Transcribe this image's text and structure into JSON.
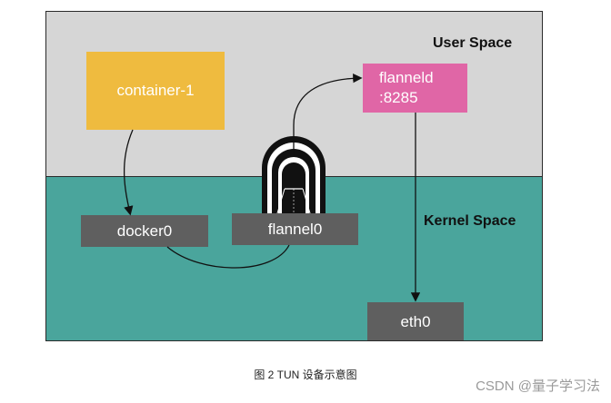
{
  "diagram": {
    "user_space_label": "User Space",
    "kernel_space_label": "Kernel Space",
    "nodes": {
      "container": "container-1",
      "flanneld_line1": "flanneld",
      "flanneld_line2": ":8285",
      "docker0": "docker0",
      "flannel0": "flannel0",
      "eth0": "eth0"
    },
    "colors": {
      "user_space": "#d6d6d6",
      "kernel_space": "#4aa59c",
      "container": "#efbb3f",
      "flanneld": "#e066a6",
      "device": "#5f5f5f"
    },
    "icons": [
      "tunnel-icon"
    ]
  },
  "caption": "图 2 TUN 设备示意图",
  "watermark": "CSDN @量子学习法"
}
